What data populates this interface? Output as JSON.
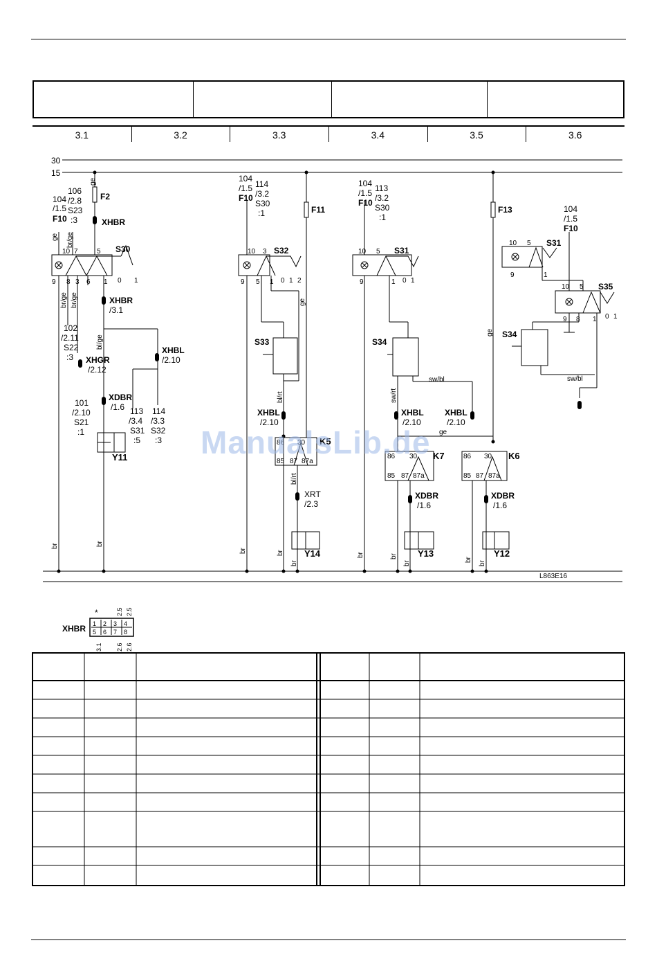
{
  "column_numbers": [
    "3.1",
    "3.2",
    "3.3",
    "3.4",
    "3.5",
    "3.6"
  ],
  "rails": {
    "r30": "30",
    "r15": "15"
  },
  "fuses": [
    "F2",
    "F11",
    "F13"
  ],
  "drawing_code": "L863E16",
  "watermark": "ManualsLib.de",
  "connector_xhbr": {
    "label": "XHBR",
    "star": "*",
    "top_labels": [
      "2.5",
      "2.5"
    ],
    "pins_row1": [
      "1",
      "2",
      "3",
      "4"
    ],
    "pins_row2": [
      "5",
      "6",
      "7",
      "8"
    ],
    "bottom_labels": [
      "3.1",
      "2.6",
      "2.6"
    ]
  },
  "labels": {
    "ref_f10_a": [
      "104",
      "/1.5",
      "F10"
    ],
    "ref_s23": [
      "106",
      "/2.8",
      "S23",
      ":3"
    ],
    "xhbr_top": "XHBR",
    "s30": "S30",
    "xhbr_31": [
      "XHBR",
      "/3.1"
    ],
    "ref_s22": [
      "102",
      "/2.11",
      "S22",
      ":3"
    ],
    "xhgr": [
      "XHGR",
      "/2.12"
    ],
    "xhbl_210_a": [
      "XHBL",
      "/2.10"
    ],
    "xdbr_a": [
      "XDBR",
      "/1.6"
    ],
    "ref_s21": [
      "101",
      "/2.10",
      "S21",
      ":1"
    ],
    "ref_s31": [
      "113",
      "/3.4",
      "S31",
      ":5"
    ],
    "ref_s32": [
      "114",
      "/3.3",
      "S32",
      ":3"
    ],
    "y11": "Y11",
    "ref_f10_b": [
      "104",
      "/1.5",
      "F10"
    ],
    "ref_s30_b": [
      "114",
      "/3.2",
      "S30",
      ":1"
    ],
    "s32": "S32",
    "s33": "S33",
    "xhbl_b": [
      "XHBL",
      "/2.10"
    ],
    "k5": "K5",
    "xrt": [
      "XRT",
      "/2.3"
    ],
    "y14": "Y14",
    "ref_f10_c": [
      "104",
      "/1.5",
      "F10"
    ],
    "ref_s30_c": [
      "113",
      "/3.2",
      "S30",
      ":1"
    ],
    "s31_a": "S31",
    "s34_a": "S34",
    "xhbl_c": [
      "XHBL",
      "/2.10"
    ],
    "k7": "K7",
    "xdbr_b": [
      "XDBR",
      "/1.6"
    ],
    "y13": "Y13",
    "ref_f10_d": [
      "104",
      "/1.5",
      "F10"
    ],
    "s31_b": "S31",
    "s35": "S35",
    "s34_b": "S34",
    "xhbl_d": [
      "XHBL",
      "/2.10"
    ],
    "k6": "K6",
    "xdbr_c": [
      "XDBR",
      "/1.6"
    ],
    "y12": "Y12",
    "wire_ge": "ge",
    "wire_br": "br",
    "wire_brge": "br/ge",
    "wire_blge": "bl/ge",
    "wire_blrt": "bl/rt",
    "wire_swrt": "sw/rt",
    "wire_swbl": "sw/bl",
    "relay_pins": [
      "86",
      "30",
      "85",
      "87",
      "87a"
    ],
    "switch_pins": [
      "10",
      "5",
      "9",
      "1",
      "0",
      "1",
      "2",
      "3",
      "6",
      "7",
      "8"
    ]
  }
}
